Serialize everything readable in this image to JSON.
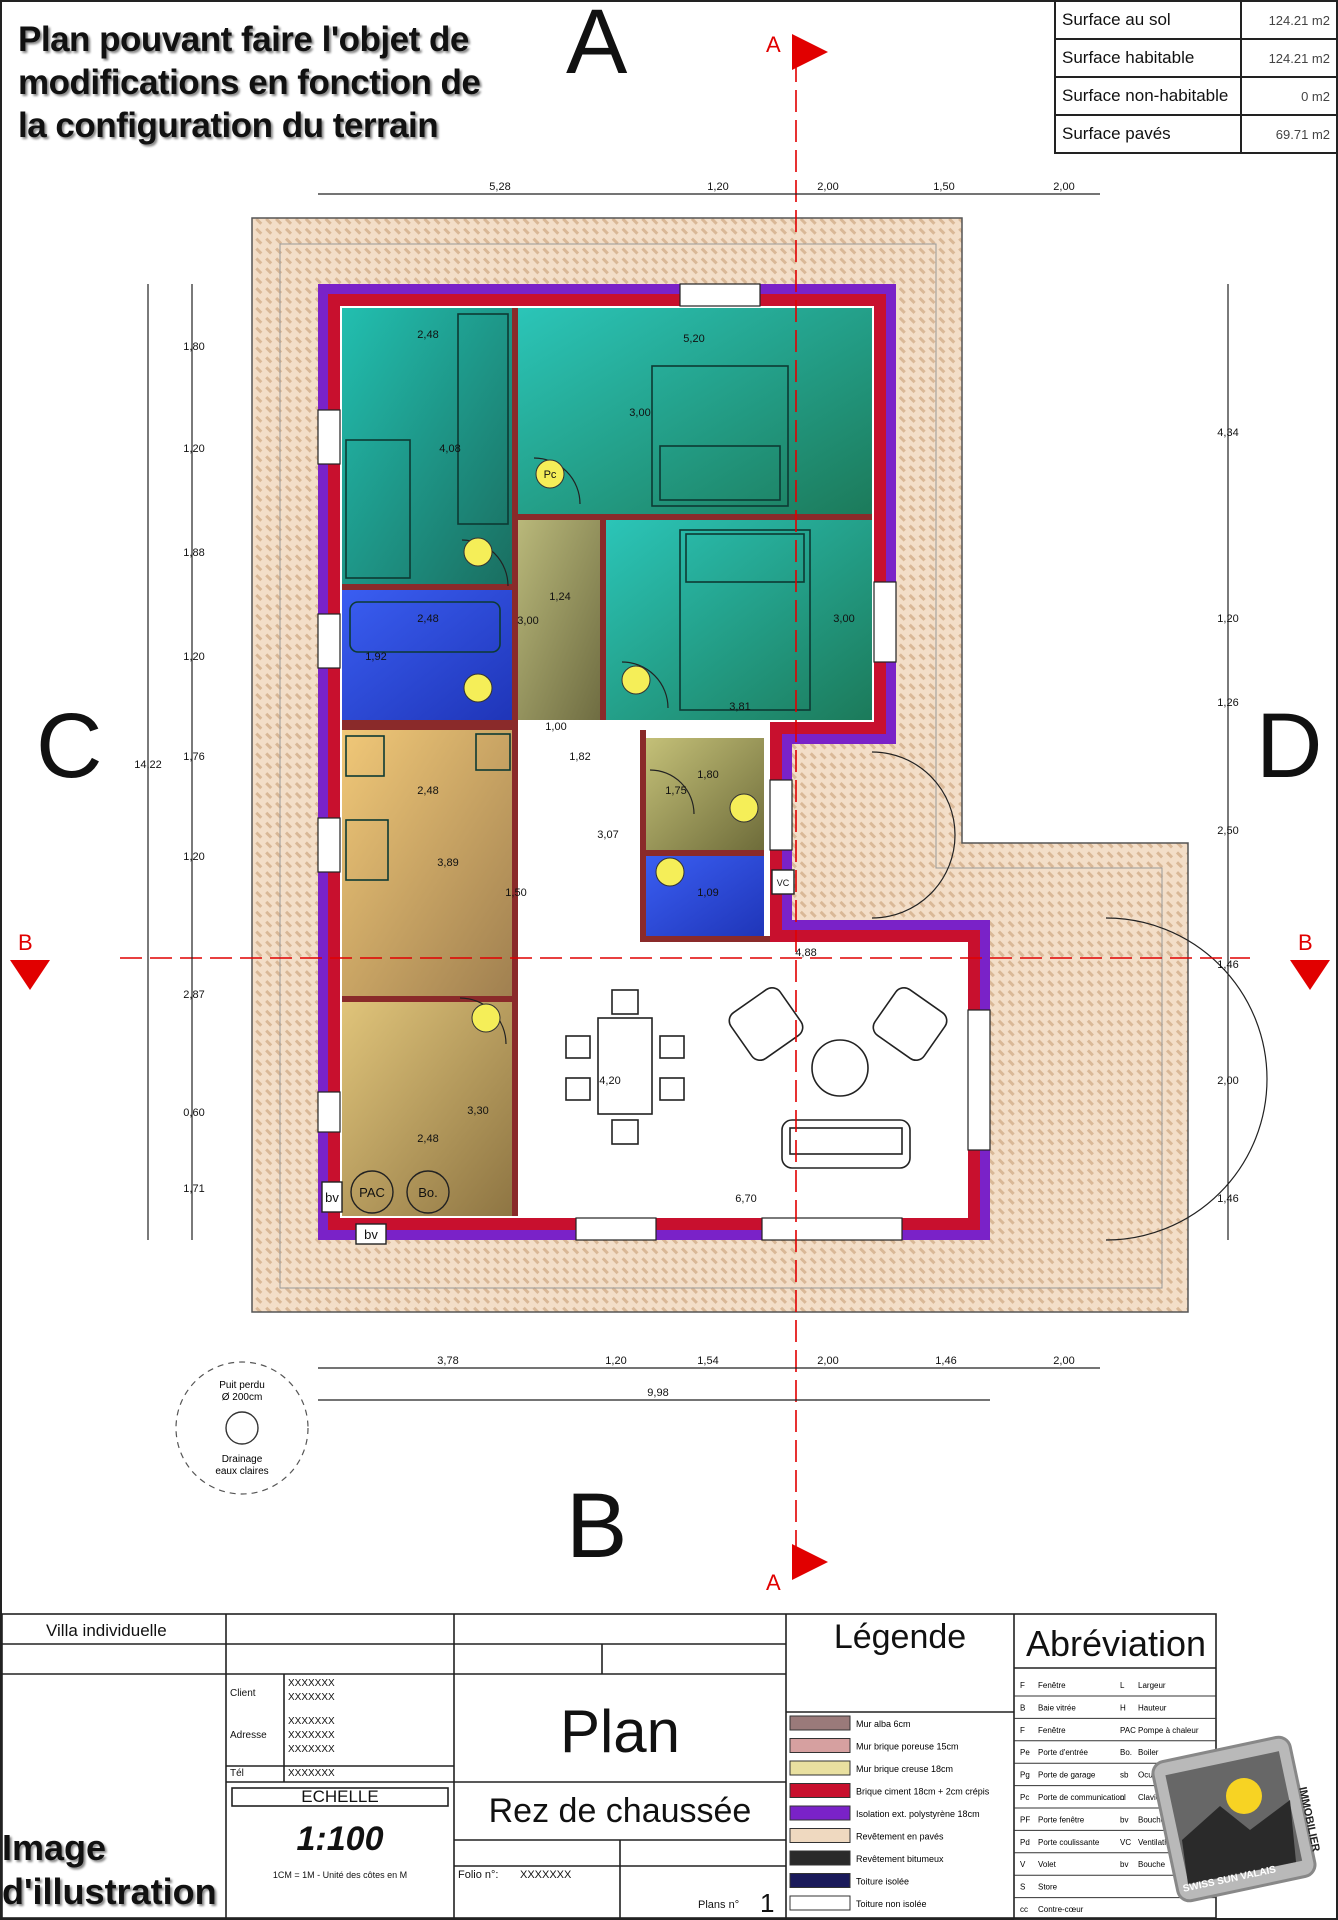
{
  "note": [
    "Plan pouvant faire l'objet de",
    "modifications en fonction de",
    "la configuration du terrain"
  ],
  "orientation": {
    "north": "A",
    "south": "B",
    "west": "C",
    "east": "D"
  },
  "section_markers": {
    "a": "A",
    "b": "B"
  },
  "surfaces": [
    {
      "label": "Surface au sol",
      "value": "124.21 m2"
    },
    {
      "label": "Surface habitable",
      "value": "124.21 m2"
    },
    {
      "label": "Surface non-habitable",
      "value": "0 m2"
    },
    {
      "label": "Surface pavés",
      "value": "69.71 m2"
    }
  ],
  "dimensions": {
    "top": [
      "5,28",
      "1,20",
      "2,00",
      "1,50",
      "2,00"
    ],
    "bottom": [
      "3,78",
      "1,20",
      "1,54",
      "2,00",
      "1,46",
      "2,00"
    ],
    "bottom_total": "9,98",
    "left": [
      "1,80",
      "1,20",
      "1,88",
      "1,20",
      "1,76",
      "1,20",
      "2,87",
      "0,60",
      "1,71"
    ],
    "left_total": "14,22",
    "right": [
      "4,34",
      "1,20",
      "1,26",
      "2,50",
      "1,46",
      "2,00",
      "1,46"
    ]
  },
  "room_dims": {
    "r1_w": "2,48",
    "r1_h": "4,08",
    "r2_w": "5,20",
    "r2_h": "3,00",
    "bath_w": "2,48",
    "bath_h": "1,92",
    "corr_w": "1,24",
    "corr_h": "3,00",
    "r3_h": "3,00",
    "r3_w": "3,81",
    "door": "1,00",
    "hall_w": "1,82",
    "hall_h": "3,07",
    "k_w": "2,48",
    "k_h": "3,89",
    "wc_w": "1,80",
    "wc_h": "1,75",
    "wc2_h": "1,09",
    "hall2": "1,50",
    "liv_w": "4,88",
    "liv_h": "4,20",
    "liv_b": "6,70",
    "tech_w": "2,48",
    "tech_h": "3,30"
  },
  "equipment": {
    "heatpump": "PAC",
    "boiler": "Bo.",
    "bv1": "bv",
    "bv2": "bv",
    "vc": "VC"
  },
  "door_tag": "Pc",
  "well": {
    "title": "Puit perdu",
    "size": "Ø 200cm",
    "drain1": "Drainage",
    "drain2": "eaux claires"
  },
  "title_block": {
    "project": "Villa individuelle",
    "client_label": "Client",
    "address_label": "Adresse",
    "tel_label": "Tél",
    "placeholder": "XXXXXXX",
    "drawing_title": "Plan",
    "level": "Rez de chaussée",
    "scale_label": "ECHELLE",
    "scale": "1:100",
    "scale_note": "1CM = 1M - Unité des côtes en M",
    "folio_label": "Folio n°:",
    "folio": "XXXXXXX",
    "plans_label": "Plans n°",
    "plans_no": "1",
    "legend_title": "Légende",
    "abbr_title": "Abréviation",
    "logo": "SWISS SUN VALAIS",
    "logo_side": "IMMOBILIER"
  },
  "legend_items": [
    "Mur alba 6cm",
    "Mur brique poreuse 15cm",
    "Mur brique creuse 18cm",
    "Brique ciment 18cm + 2cm crépis",
    "Isolation ext. polystyrène 18cm",
    "Revêtement en pavés",
    "Revêtement bitumeux",
    "Toiture isolée",
    "Toiture non isolée"
  ],
  "abbreviations": [
    [
      "F",
      "Fenêtre",
      "L",
      "Largeur"
    ],
    [
      "B",
      "Baie vitrée",
      "H",
      "Hauteur"
    ],
    [
      "F",
      "Fenêtre",
      "PAC",
      "Pompe à chaleur"
    ],
    [
      "Pe",
      "Porte d'entrée",
      "Bo.",
      "Boiler"
    ],
    [
      "Pg",
      "Porte de garage",
      "sb",
      "Oculus"
    ],
    [
      "Pc",
      "Porte de communication",
      "cl",
      "Clavier transf."
    ],
    [
      "PF",
      "Porte fenêtre",
      "bv",
      "Bouche ventil."
    ],
    [
      "Pd",
      "Porte coulissante",
      "VC",
      "Ventilation"
    ],
    [
      "V",
      "Volet",
      "bv",
      "Bouche"
    ],
    [
      "S",
      "Store",
      "",
      ""
    ],
    [
      "cc",
      "Contre-cœur",
      "",
      ""
    ]
  ],
  "image_note": [
    "Image",
    "d'illustration"
  ],
  "colors": {
    "wall_red": "#c8102e",
    "wall_purple": "#7a22c8",
    "teal": "#1fa89a",
    "pavers": "#efd9c0",
    "accent_yellow": "#f5ee58"
  }
}
